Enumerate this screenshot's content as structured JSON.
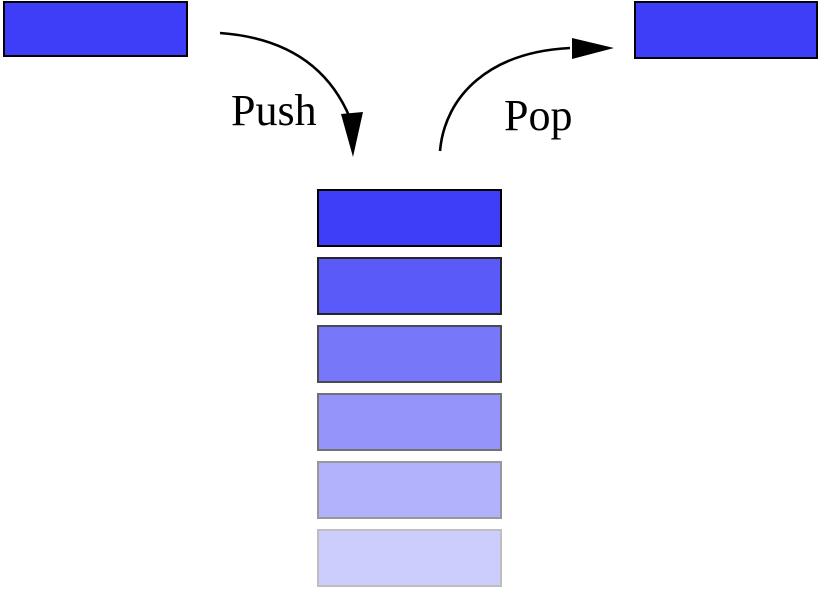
{
  "diagram": {
    "push_label": "Push",
    "pop_label": "Pop",
    "colors": {
      "background": "#FFFFFF",
      "block_fill": "#3E3EF8",
      "block_border": "#000000",
      "arrow": "#000000",
      "label_text": "#000000"
    },
    "stack": {
      "levels": [
        {
          "opacity": 1.0,
          "rendered_fill": "#3E3EF8"
        },
        {
          "opacity": 0.85,
          "rendered_fill": "#5B5BF9"
        },
        {
          "opacity": 0.7,
          "rendered_fill": "#7878FA"
        },
        {
          "opacity": 0.55,
          "rendered_fill": "#9595FB"
        },
        {
          "opacity": 0.4,
          "rendered_fill": "#B2B2FC"
        },
        {
          "opacity": 0.25,
          "rendered_fill": "#CFCFFD"
        }
      ]
    }
  }
}
